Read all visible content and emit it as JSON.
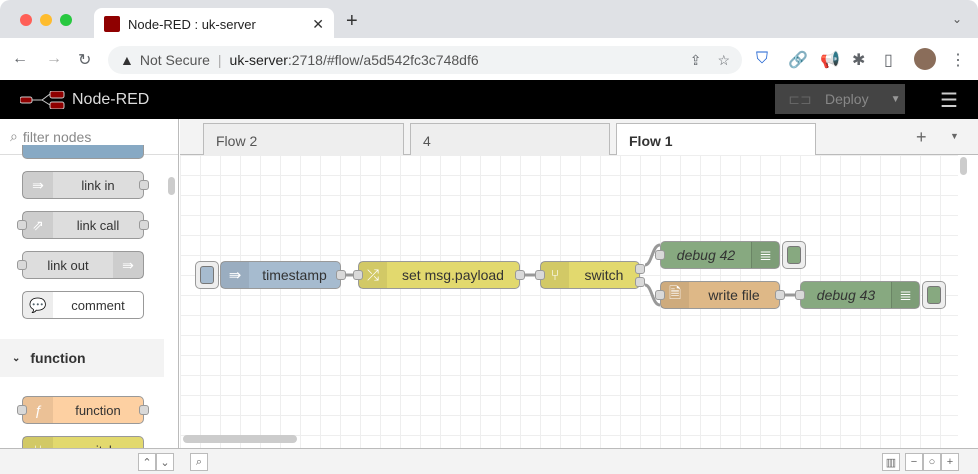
{
  "browser": {
    "tab_title": "Node-RED : uk-server",
    "security": "Not Secure",
    "url_host": "uk-server",
    "url_rest": ":2718/#flow/a5d542fc3c748df6"
  },
  "header": {
    "app_name": "Node-RED",
    "deploy_label": "Deploy"
  },
  "palette": {
    "filter_placeholder": "filter nodes",
    "items": [
      {
        "label": "link in"
      },
      {
        "label": "link call"
      },
      {
        "label": "link out"
      },
      {
        "label": "comment"
      }
    ],
    "category": "function",
    "function_items": [
      {
        "label": "function"
      },
      {
        "label": "switch"
      }
    ]
  },
  "workspace": {
    "tabs": [
      {
        "label": "Flow 2"
      },
      {
        "label": "4"
      },
      {
        "label": "Flow 1",
        "active": true
      }
    ]
  },
  "flow": {
    "nodes": [
      {
        "label": "timestamp",
        "color": "#a6bbcf"
      },
      {
        "label": "set msg.payload",
        "color": "#e2d96e"
      },
      {
        "label": "switch",
        "color": "#e2d96e"
      },
      {
        "label": "debug 42",
        "color": "#87a980"
      },
      {
        "label": "write file",
        "color": "#deb887"
      },
      {
        "label": "debug 43",
        "color": "#87a980"
      }
    ]
  },
  "colors": {
    "header_bg": "#000000",
    "accent": "#8f0000"
  }
}
